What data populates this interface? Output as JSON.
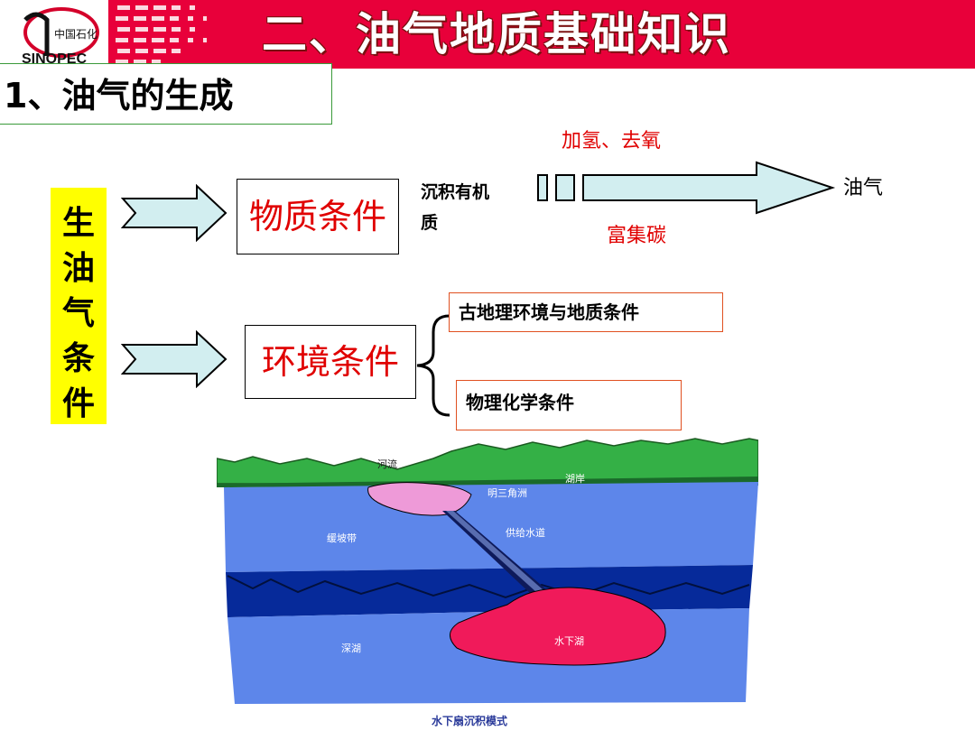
{
  "header": {
    "title": "二、油气地质基础知识",
    "accent_color": "#e8003a",
    "logo_text": "SINOPEC",
    "logo_chinese": "中国石化"
  },
  "section": {
    "title": "1、油气的生成"
  },
  "left_label": {
    "chars": [
      "生",
      "油",
      "气",
      "条",
      "件"
    ]
  },
  "material": {
    "label": "物质条件",
    "source_line1": "沉积有机",
    "source_line2": "质",
    "process_top": "加氢、去氧",
    "process_bottom": "富集碳",
    "result": "油气"
  },
  "environment": {
    "label": "环境条件",
    "conditions": [
      "古地理环境与地质条件",
      "物理化学条件"
    ]
  },
  "diagram": {
    "labels": {
      "river": "河流",
      "lakeshore": "湖岸",
      "delta": "明三角洲",
      "slope": "缓坡带",
      "channel": "供给水道",
      "deep_lake": "深湖",
      "sub_lake": "水下湖"
    },
    "caption": "水下扇沉积模式"
  }
}
